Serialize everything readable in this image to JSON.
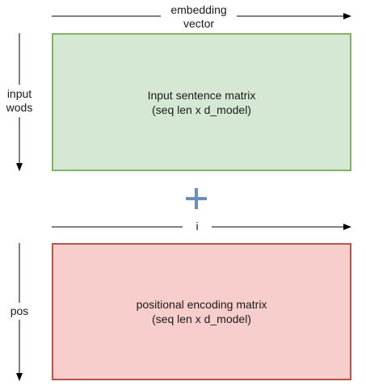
{
  "top_axis": {
    "label_line1": "embedding",
    "label_line2": "vector"
  },
  "left_axis_top": {
    "label_line1": "input",
    "label_line2": "wods"
  },
  "input_matrix": {
    "line1": "Input sentence matrix",
    "line2": "(seq len x d_model)",
    "fill": "#d5e8d4",
    "stroke": "#82b366"
  },
  "operator": {
    "symbol": "plus",
    "color": "#6c8ebf"
  },
  "middle_axis": {
    "label": "i"
  },
  "left_axis_bottom": {
    "label": "pos"
  },
  "positional_matrix": {
    "line1": "positional encoding matrix",
    "line2": "(seq len x d_model)",
    "fill": "#f8cecc",
    "stroke": "#b85450"
  }
}
